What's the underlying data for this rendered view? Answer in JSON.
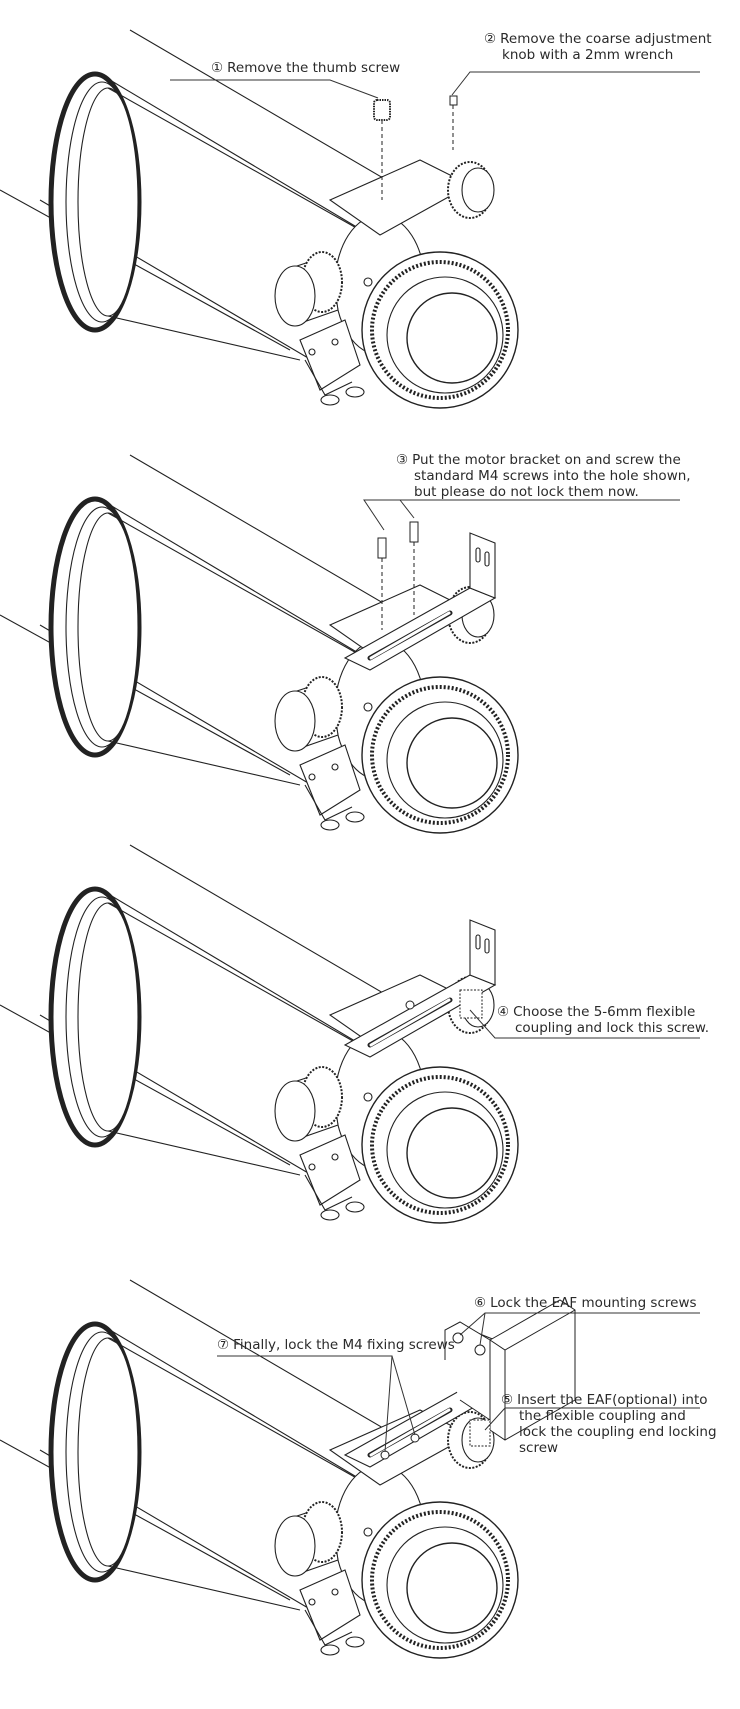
{
  "steps": [
    {
      "num": "①",
      "lines": [
        "Remove the thumb screw"
      ]
    },
    {
      "num": "②",
      "lines": [
        "Remove the coarse adjustment",
        "knob with a 2mm wrench"
      ]
    },
    {
      "num": "③",
      "lines": [
        "Put the motor bracket on and screw the",
        "standard M4 screws into the hole shown,",
        "but please do not lock them now."
      ]
    },
    {
      "num": "④",
      "lines": [
        "Choose the 5-6mm flexible",
        "coupling and lock this screw."
      ]
    },
    {
      "num": "⑤",
      "lines": [
        "Insert the EAF(optional) into",
        "the flexible coupling and",
        "lock the coupling end locking",
        "screw"
      ]
    },
    {
      "num": "⑥",
      "lines": [
        "Lock the EAF mounting screws"
      ]
    },
    {
      "num": "⑦",
      "lines": [
        "Finally, lock the M4 fixing screws"
      ]
    }
  ]
}
